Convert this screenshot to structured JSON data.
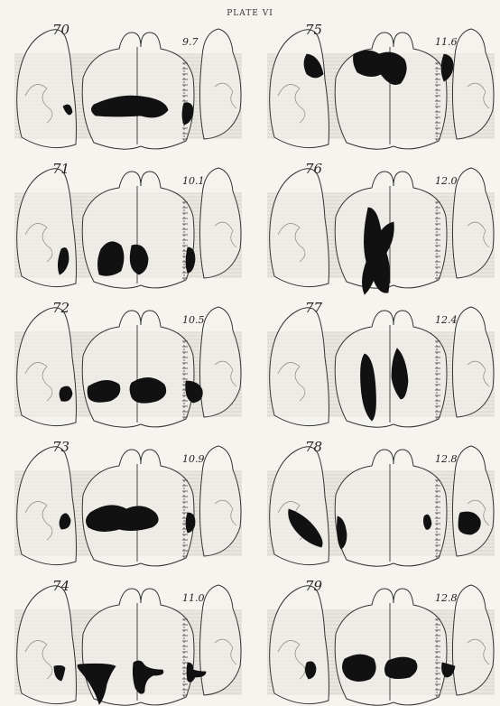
{
  "plate": {
    "title": "PLATE VI"
  },
  "panels": [
    {
      "figure": "70",
      "depth": "9.7"
    },
    {
      "figure": "75",
      "depth": "11.6"
    },
    {
      "figure": "71",
      "depth": "10.1"
    },
    {
      "figure": "76",
      "depth": "12.0"
    },
    {
      "figure": "72",
      "depth": "10.5"
    },
    {
      "figure": "77",
      "depth": "12.4"
    },
    {
      "figure": "73",
      "depth": "10.9"
    },
    {
      "figure": "78",
      "depth": "12.8"
    },
    {
      "figure": "74",
      "depth": "11.0"
    },
    {
      "figure": "79",
      "depth": "12.8"
    }
  ]
}
